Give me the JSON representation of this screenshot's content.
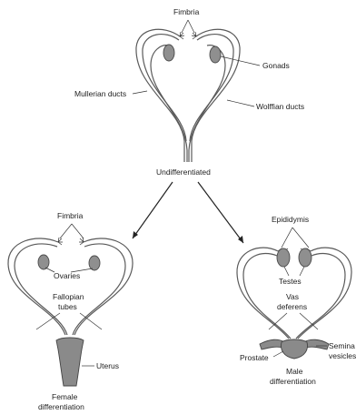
{
  "top": {
    "fimbria": "Fimbria",
    "gonads": "Gonads",
    "mullerian": "Mullerian ducts",
    "wolffian": "Wolffian ducts",
    "undifferentiated": "Undifferentiated"
  },
  "female": {
    "fimbria": "Fimbria",
    "ovaries": "Ovaries",
    "fallopian_line1": "Fallopian",
    "fallopian_line2": "tubes",
    "uterus": "Uterus",
    "caption_line1": "Female",
    "caption_line2": "differentiation"
  },
  "male": {
    "epididymis": "Epididymis",
    "testes": "Testes",
    "vas_line1": "Vas",
    "vas_line2": "deferens",
    "seminal_line1": "Semina",
    "seminal_line2": "vesicles",
    "prostate": "Prostate",
    "caption_line1": "Male",
    "caption_line2": "differentiation"
  },
  "colors": {
    "duct_stroke": "#5a5a5a",
    "duct_fill": "#a9a9a9",
    "gonad_fill": "#8f8f8f"
  }
}
